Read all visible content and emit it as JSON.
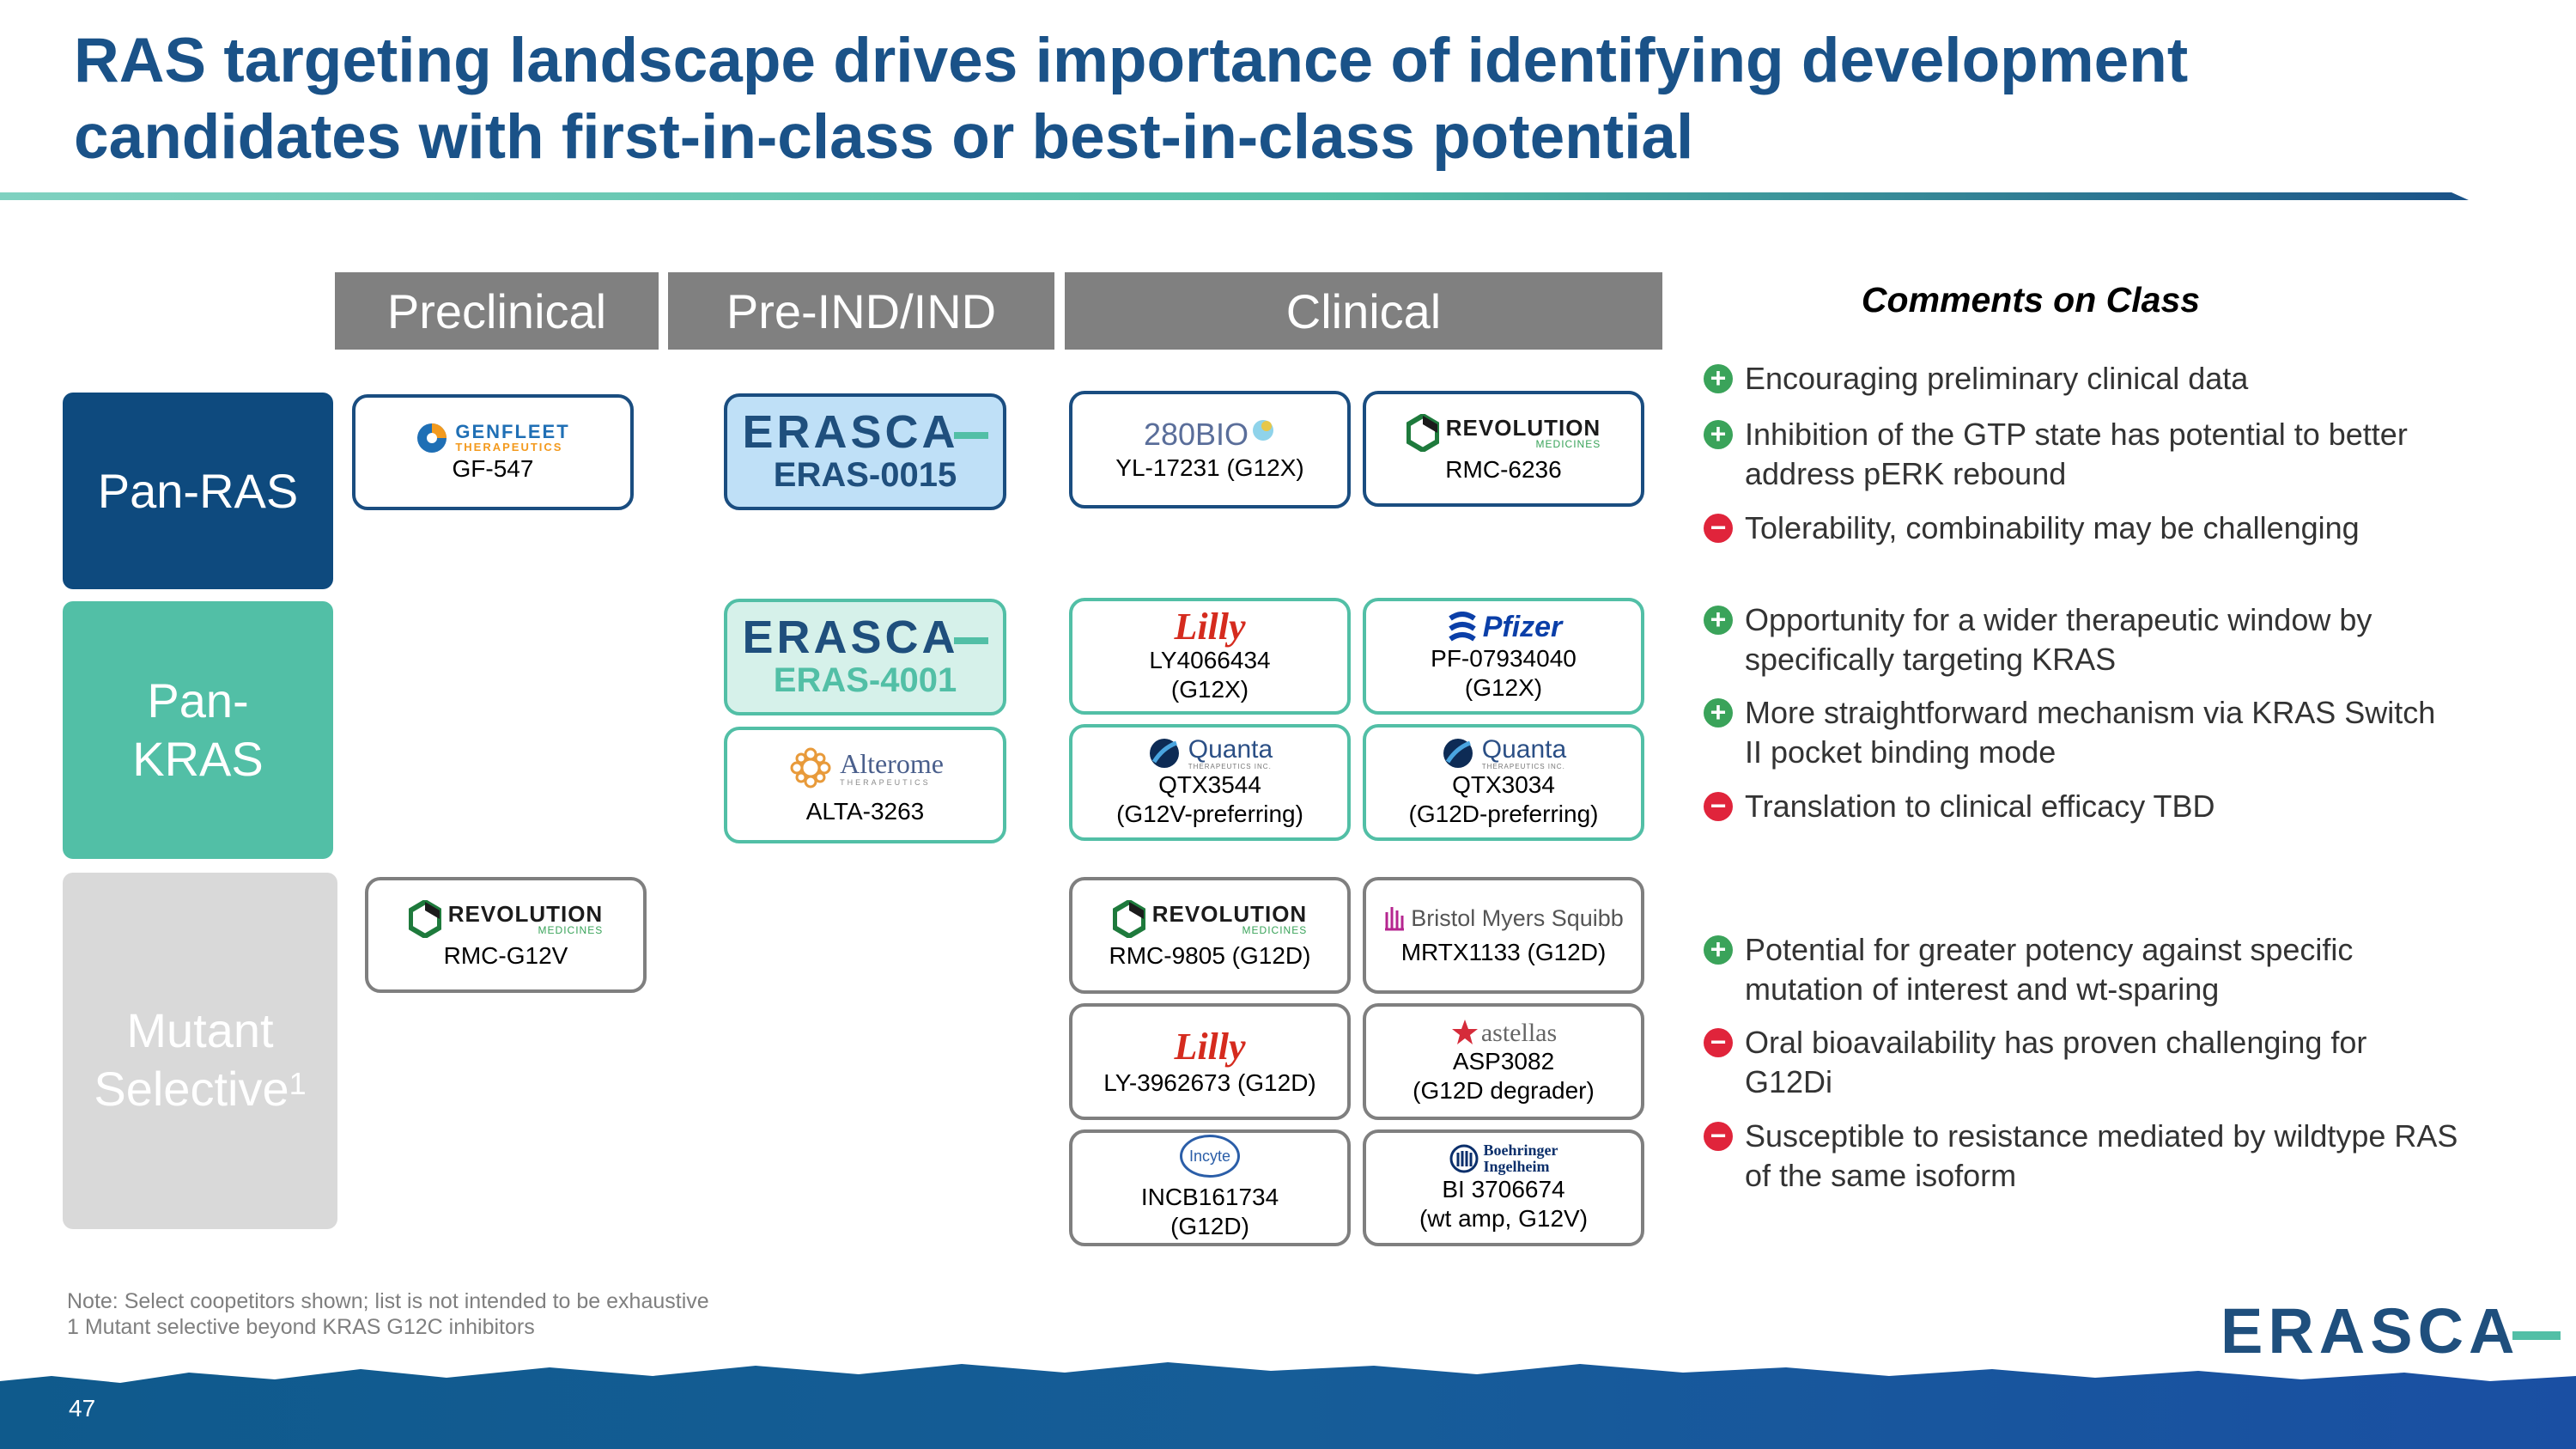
{
  "title": {
    "line1": "RAS targeting landscape drives importance of identifying development",
    "line2": "candidates with first-in-class or best-in-class potential"
  },
  "colors": {
    "title": "#1a5288",
    "pan_ras": "#0e4a7e",
    "pan_kras": "#52bfa6",
    "mutant_selective": "#d9d9d9",
    "stage_header": "#808080",
    "plus": "#3aa35a",
    "minus": "#e0243b"
  },
  "stages": {
    "preclinical": "Preclinical",
    "preind": "Pre-IND/IND",
    "clinical": "Clinical"
  },
  "rows": {
    "pan_ras": "Pan-RAS",
    "pan_kras_1": "Pan-",
    "pan_kras_2": "KRAS",
    "mutant_1": "Mutant",
    "mutant_2": "Selective",
    "mutant_sup": "1"
  },
  "logos": {
    "genfleet": "GENFLEET",
    "genfleet_sub": "THERAPEUTICS",
    "erasca": "ERASCA",
    "bio280": "280BIO",
    "revolution": "REVOLUTION",
    "revolution_sub": "MEDICINES",
    "lilly": "Lilly",
    "pfizer": "Pfizer",
    "alterome": "Alterome",
    "alterome_sub": "THERAPEUTICS",
    "quanta": "Quanta",
    "quanta_sub": "THERAPEUTICS INC.",
    "bms": "Bristol Myers Squibb",
    "astellas": "astellas",
    "incyte": "Incyte",
    "boehringer_1": "Boehringer",
    "boehringer_2": "Ingelheim"
  },
  "cards": {
    "gf547": "GF-547",
    "eras0015": "ERAS-0015",
    "yl17231": "YL-17231 (G12X)",
    "rmc6236": "RMC-6236",
    "eras4001": "ERAS-4001",
    "alta3263": "ALTA-3263",
    "ly4066434_1": "LY4066434",
    "ly4066434_2": "(G12X)",
    "pf07934040_1": "PF-07934040",
    "pf07934040_2": "(G12X)",
    "qtx3544_1": "QTX3544",
    "qtx3544_2": "(G12V-preferring)",
    "qtx3034_1": "QTX3034",
    "qtx3034_2": "(G12D-preferring)",
    "rmcg12v": "RMC-G12V",
    "rmc9805": "RMC-9805 (G12D)",
    "mrtx1133": "MRTX1133 (G12D)",
    "ly3962673": "LY-3962673 (G12D)",
    "asp3082_1": "ASP3082",
    "asp3082_2": "(G12D degrader)",
    "incb161734_1": "INCB161734",
    "incb161734_2": "(G12D)",
    "bi3706674_1": "BI 3706674",
    "bi3706674_2": "(wt amp, G12V)"
  },
  "comments": {
    "heading": "Comments on Class",
    "c1": "Encouraging preliminary clinical data",
    "c2": "Inhibition of the GTP state has potential to better address pERK rebound",
    "c3": "Tolerability, combinability may be challenging",
    "c4": "Opportunity for a wider therapeutic window by specifically targeting KRAS",
    "c5": "More straightforward mechanism via KRAS Switch II pocket binding mode",
    "c6": "Translation to clinical efficacy TBD",
    "c7": "Potential for greater potency against specific mutation of interest and wt-sparing",
    "c8": "Oral bioavailability has proven challenging for G12Di",
    "c9": "Susceptible to resistance mediated by wildtype RAS of the same isoform"
  },
  "notes": {
    "note1": "Note: Select coopetitors shown; list is not intended to be exhaustive",
    "note2": "1 Mutant selective beyond KRAS G12C inhibitors"
  },
  "footer": {
    "page": "47",
    "brand": "ERASCA"
  }
}
